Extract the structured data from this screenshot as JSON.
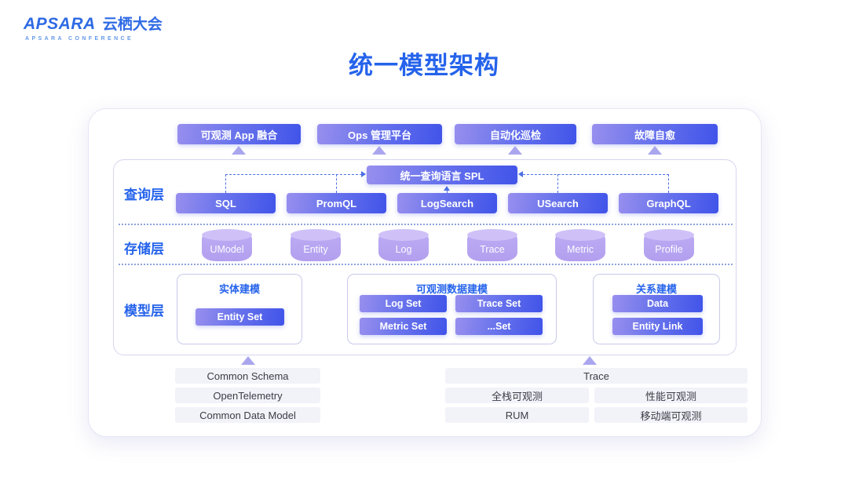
{
  "logo": {
    "brand": "APSARA",
    "brand_cn": "云栖大会",
    "subtitle": "APSARA CONFERENCE"
  },
  "title": "统一模型架构",
  "colors": {
    "primary_blue": "#2563eb",
    "button_gradient_start": "#988fee",
    "button_gradient_end": "#4154e9",
    "cylinder_purple": "#b5a3f0",
    "pill_background": "#f2f2f9",
    "connector_blue": "#4d6fe4"
  },
  "top_apps": [
    {
      "label": "可观测 App 融合"
    },
    {
      "label": "Ops 管理平台"
    },
    {
      "label": "自动化巡检"
    },
    {
      "label": "故障自愈"
    }
  ],
  "layers": {
    "query": {
      "label": "查询层",
      "spl": "统一查询语言 SPL",
      "engines": [
        "SQL",
        "PromQL",
        "LogSearch",
        "USearch",
        "GraphQL"
      ]
    },
    "storage": {
      "label": "存储层",
      "stores": [
        "UModel",
        "Entity",
        "Log",
        "Trace",
        "Metric",
        "Profile"
      ]
    },
    "model": {
      "label": "模型层",
      "groups": [
        {
          "title": "实体建模",
          "items": [
            "Entity Set"
          ]
        },
        {
          "title": "可观测数据建模",
          "items": [
            "Log Set",
            "Trace Set",
            "Metric Set",
            "...Set"
          ]
        },
        {
          "title": "关系建模",
          "items": [
            "Data",
            "Entity Link"
          ]
        }
      ]
    }
  },
  "bottom": {
    "left_items": [
      "Common Schema",
      "OpenTelemetry",
      "Common Data Model"
    ],
    "right_top": "Trace",
    "right_items": [
      "全栈可观测",
      "性能可观测",
      "RUM",
      "移动端可观测"
    ]
  }
}
